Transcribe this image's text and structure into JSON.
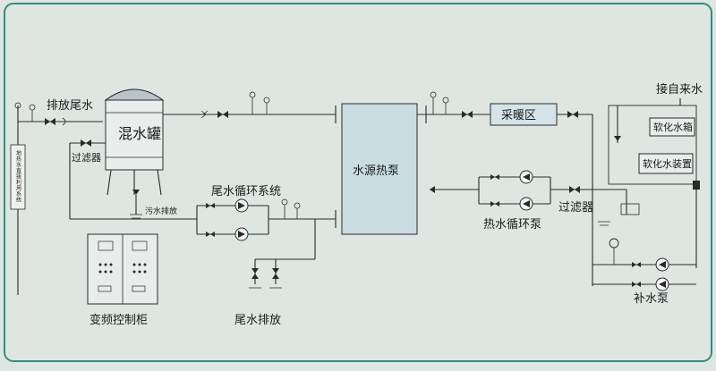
{
  "labels": {
    "tail_water_discharge_top": "排放尾水",
    "mixing_tank": "混水罐",
    "filter_left": "过滤器",
    "sewage_discharge": "污水排放",
    "tail_water_loop_system": "尾水循环系统",
    "water_source_heat_pump": "水源热泵",
    "heating_zone": "采暖区",
    "hot_water_loop_pump": "热水循环泵",
    "filter_right": "过滤器",
    "tap_water_inlet": "接自来水",
    "softened_water_tank": "软化水箱",
    "water_softener": "软化水装置",
    "makeup_pump": "补水泵",
    "vfd_control_cabinet": "变频控制柜",
    "tail_water_discharge_bottom": "尾水排放",
    "left_vertical_label": "地热水直接利用系统"
  },
  "colors": {
    "background": "#dfe6e2",
    "frame": "#2f8f7a",
    "heat_pump_fill": "#c9dde3",
    "heating_zone_fill": "#d4e4e8",
    "tank_top": "#b9c4c9",
    "equipment_fill": "#e8ecea"
  }
}
